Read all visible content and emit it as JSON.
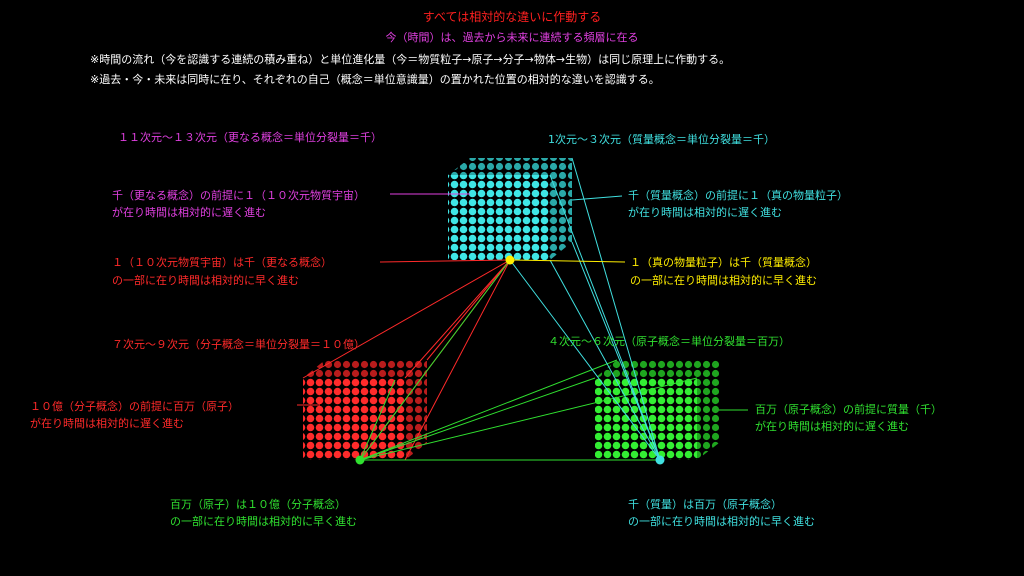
{
  "header": {
    "title": "すべては相対的な違いに作動する",
    "subtitle": "今（時間）は、過去から未来に連続する頻層に在る",
    "note1": "※時間の流れ（今を認識する連続の積み重ね）と単位進化量（今＝物質粒子→原子→分子→物体→生物）は同じ原理上に作動する。",
    "note2": "※過去・今・未来は同時に在り、それぞれの自己（概念＝単位意識量）の置かれた位置の相対的な違いを認識する。"
  },
  "labels": {
    "magenta_head": "１１次元～１３次元（更なる概念＝単位分裂量＝千）",
    "magenta_1": "千（更なる概念）の前提に１（１０次元物質宇宙）",
    "magenta_2": "が在り時間は相対的に遅く進む",
    "red_top_1": "１（１０次元物質宇宙）は千（更なる概念）",
    "red_top_2": "の一部に在り時間は相対的に早く進む",
    "cyan_head": "1次元～３次元（質量概念＝単位分裂量＝千）",
    "cyan_1": "千（質量概念）の前提に１（真の物量粒子）",
    "cyan_2": "が在り時間は相対的に遅く進む",
    "yellow_1": "１（真の物量粒子）は千（質量概念）",
    "yellow_2": "の一部に在り時間は相対的に早く進む",
    "red_head": "７次元～９次元（分子概念＝単位分裂量＝１０億）",
    "red_1": "１０億（分子概念）の前提に百万（原子）",
    "red_2": "が在り時間は相対的に遅く進む",
    "green_head": "４次元～６次元（原子概念＝単位分裂量＝百万）",
    "green_1": "百万（原子概念）の前提に質量（千）",
    "green_2": "が在り時間は相対的に遅く進む",
    "green_bottom_1": "百万（原子）は１０億（分子概念）",
    "green_bottom_2": "の一部に在り時間は相対的に早く進む",
    "cyan_bottom_1": "千（質量）は百万（原子概念）",
    "cyan_bottom_2": "の一部に在り時間は相対的に早く進む"
  },
  "colors": {
    "background": "#000000",
    "title": "#ff2020",
    "magenta": "#e040e0",
    "white": "#ffffff",
    "red": "#ff2a2a",
    "cyan": "#40e0e0",
    "yellow": "#ffee00",
    "green": "#30e030"
  }
}
